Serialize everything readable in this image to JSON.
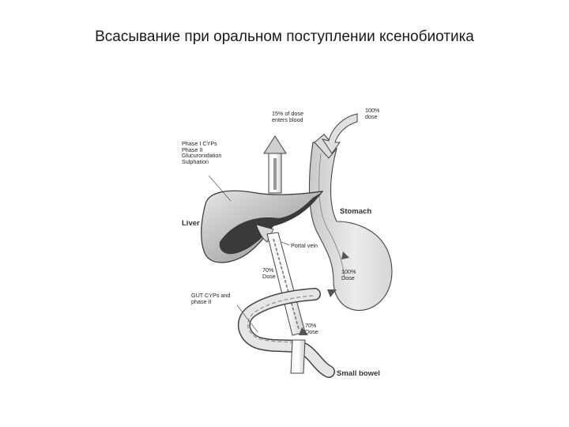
{
  "slide": {
    "title": "Всасывание при оральном поступлении ксенобиотика"
  },
  "diagram": {
    "labels": {
      "dose_blood_1": "15% of dose",
      "dose_blood_2": "enters blood",
      "dose_in_1": "100%",
      "dose_in_2": "dose",
      "phase_1": "Phase I CYPs",
      "phase_2": "Phase II",
      "phase_3": "Glucuronidation",
      "phase_4": "Sulphation",
      "liver": "Liver",
      "stomach": "Stomach",
      "portal_vein": "Portal vein",
      "dose70a_1": "70%",
      "dose70a_2": "Dose",
      "dose100_1": "100%",
      "dose100_2": "Dose",
      "gut_1": "GUT CYPs and",
      "gut_2": "phase II",
      "dose70b_1": "70%",
      "dose70b_2": "Dose",
      "small_bowel": "Small bowel"
    }
  },
  "colors": {
    "stomach_fill": "#e4e4e4",
    "liver_fill": "#bdbdbd",
    "liver_dark": "#333333",
    "line": "#444444"
  }
}
